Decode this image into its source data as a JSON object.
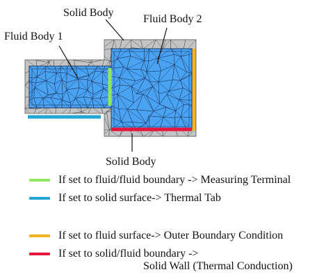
{
  "labels": {
    "solid_top": "Solid Body",
    "fluid1": "Fluid Body 1",
    "fluid2": "Fluid Body 2",
    "solid_bottom": "Solid Body"
  },
  "legend": [
    {
      "color": "#90e860",
      "text": "If set to fluid/fluid  boundary -> Measuring  Terminal"
    },
    {
      "color": "#21a6d6",
      "text": "If set to solid surface-> Thermal Tab"
    },
    {
      "color": "#f8b11f",
      "text": "If set to fluid  surface-> Outer Boundary Condition"
    },
    {
      "color": "#e4163e",
      "text": "If set to solid/fluid  boundary ->",
      "text2": "Solid Wall (Thermal Conduction)"
    }
  ],
  "colors": {
    "solid": "#c4c4c4",
    "fluid": "#4aa3f2",
    "mesh": "#1c3a66"
  }
}
